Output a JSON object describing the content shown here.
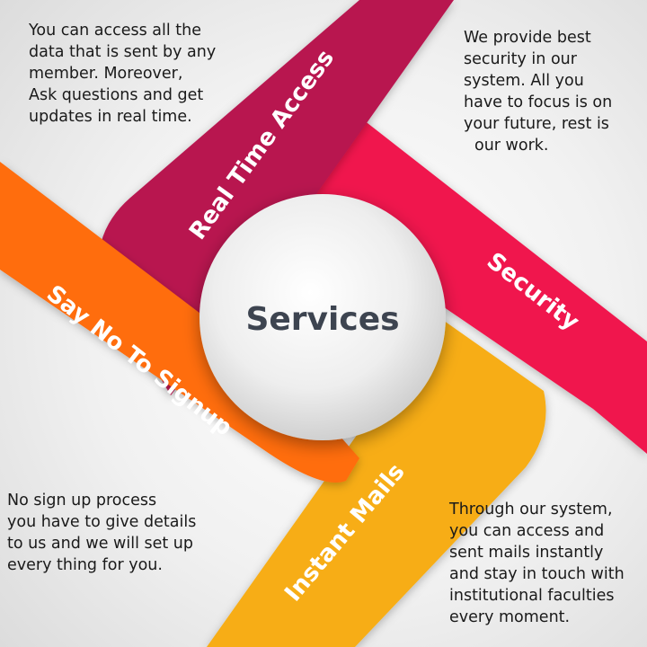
{
  "center": {
    "title": "Services"
  },
  "bands": {
    "real_time_access": {
      "label": "Real Time Access",
      "color": "#b8164f"
    },
    "security": {
      "label": "Security",
      "color": "#f0184e"
    },
    "say_no_to_signup": {
      "label": "Say No To Signup",
      "color": "#ff6d0e"
    },
    "instant_mails": {
      "label": "Instant Mails",
      "color": "#f7ad12"
    }
  },
  "descriptions": {
    "real_time_access": [
      "You can access all the",
      "data that is sent by any",
      "member. Moreover,",
      "Ask questions and get",
      "updates in real time."
    ],
    "security": [
      "We provide best",
      "security in our",
      "system. All you",
      "have to focus is on",
      "your future, rest is",
      "our work."
    ],
    "say_no_to_signup": [
      "No sign up process",
      "you have to give details",
      "to us and we will set up",
      "every thing for you."
    ],
    "instant_mails": [
      "Through our system,",
      "you can access and",
      "sent mails instantly",
      "and stay in touch with",
      "institutional faculties",
      "every moment."
    ]
  }
}
